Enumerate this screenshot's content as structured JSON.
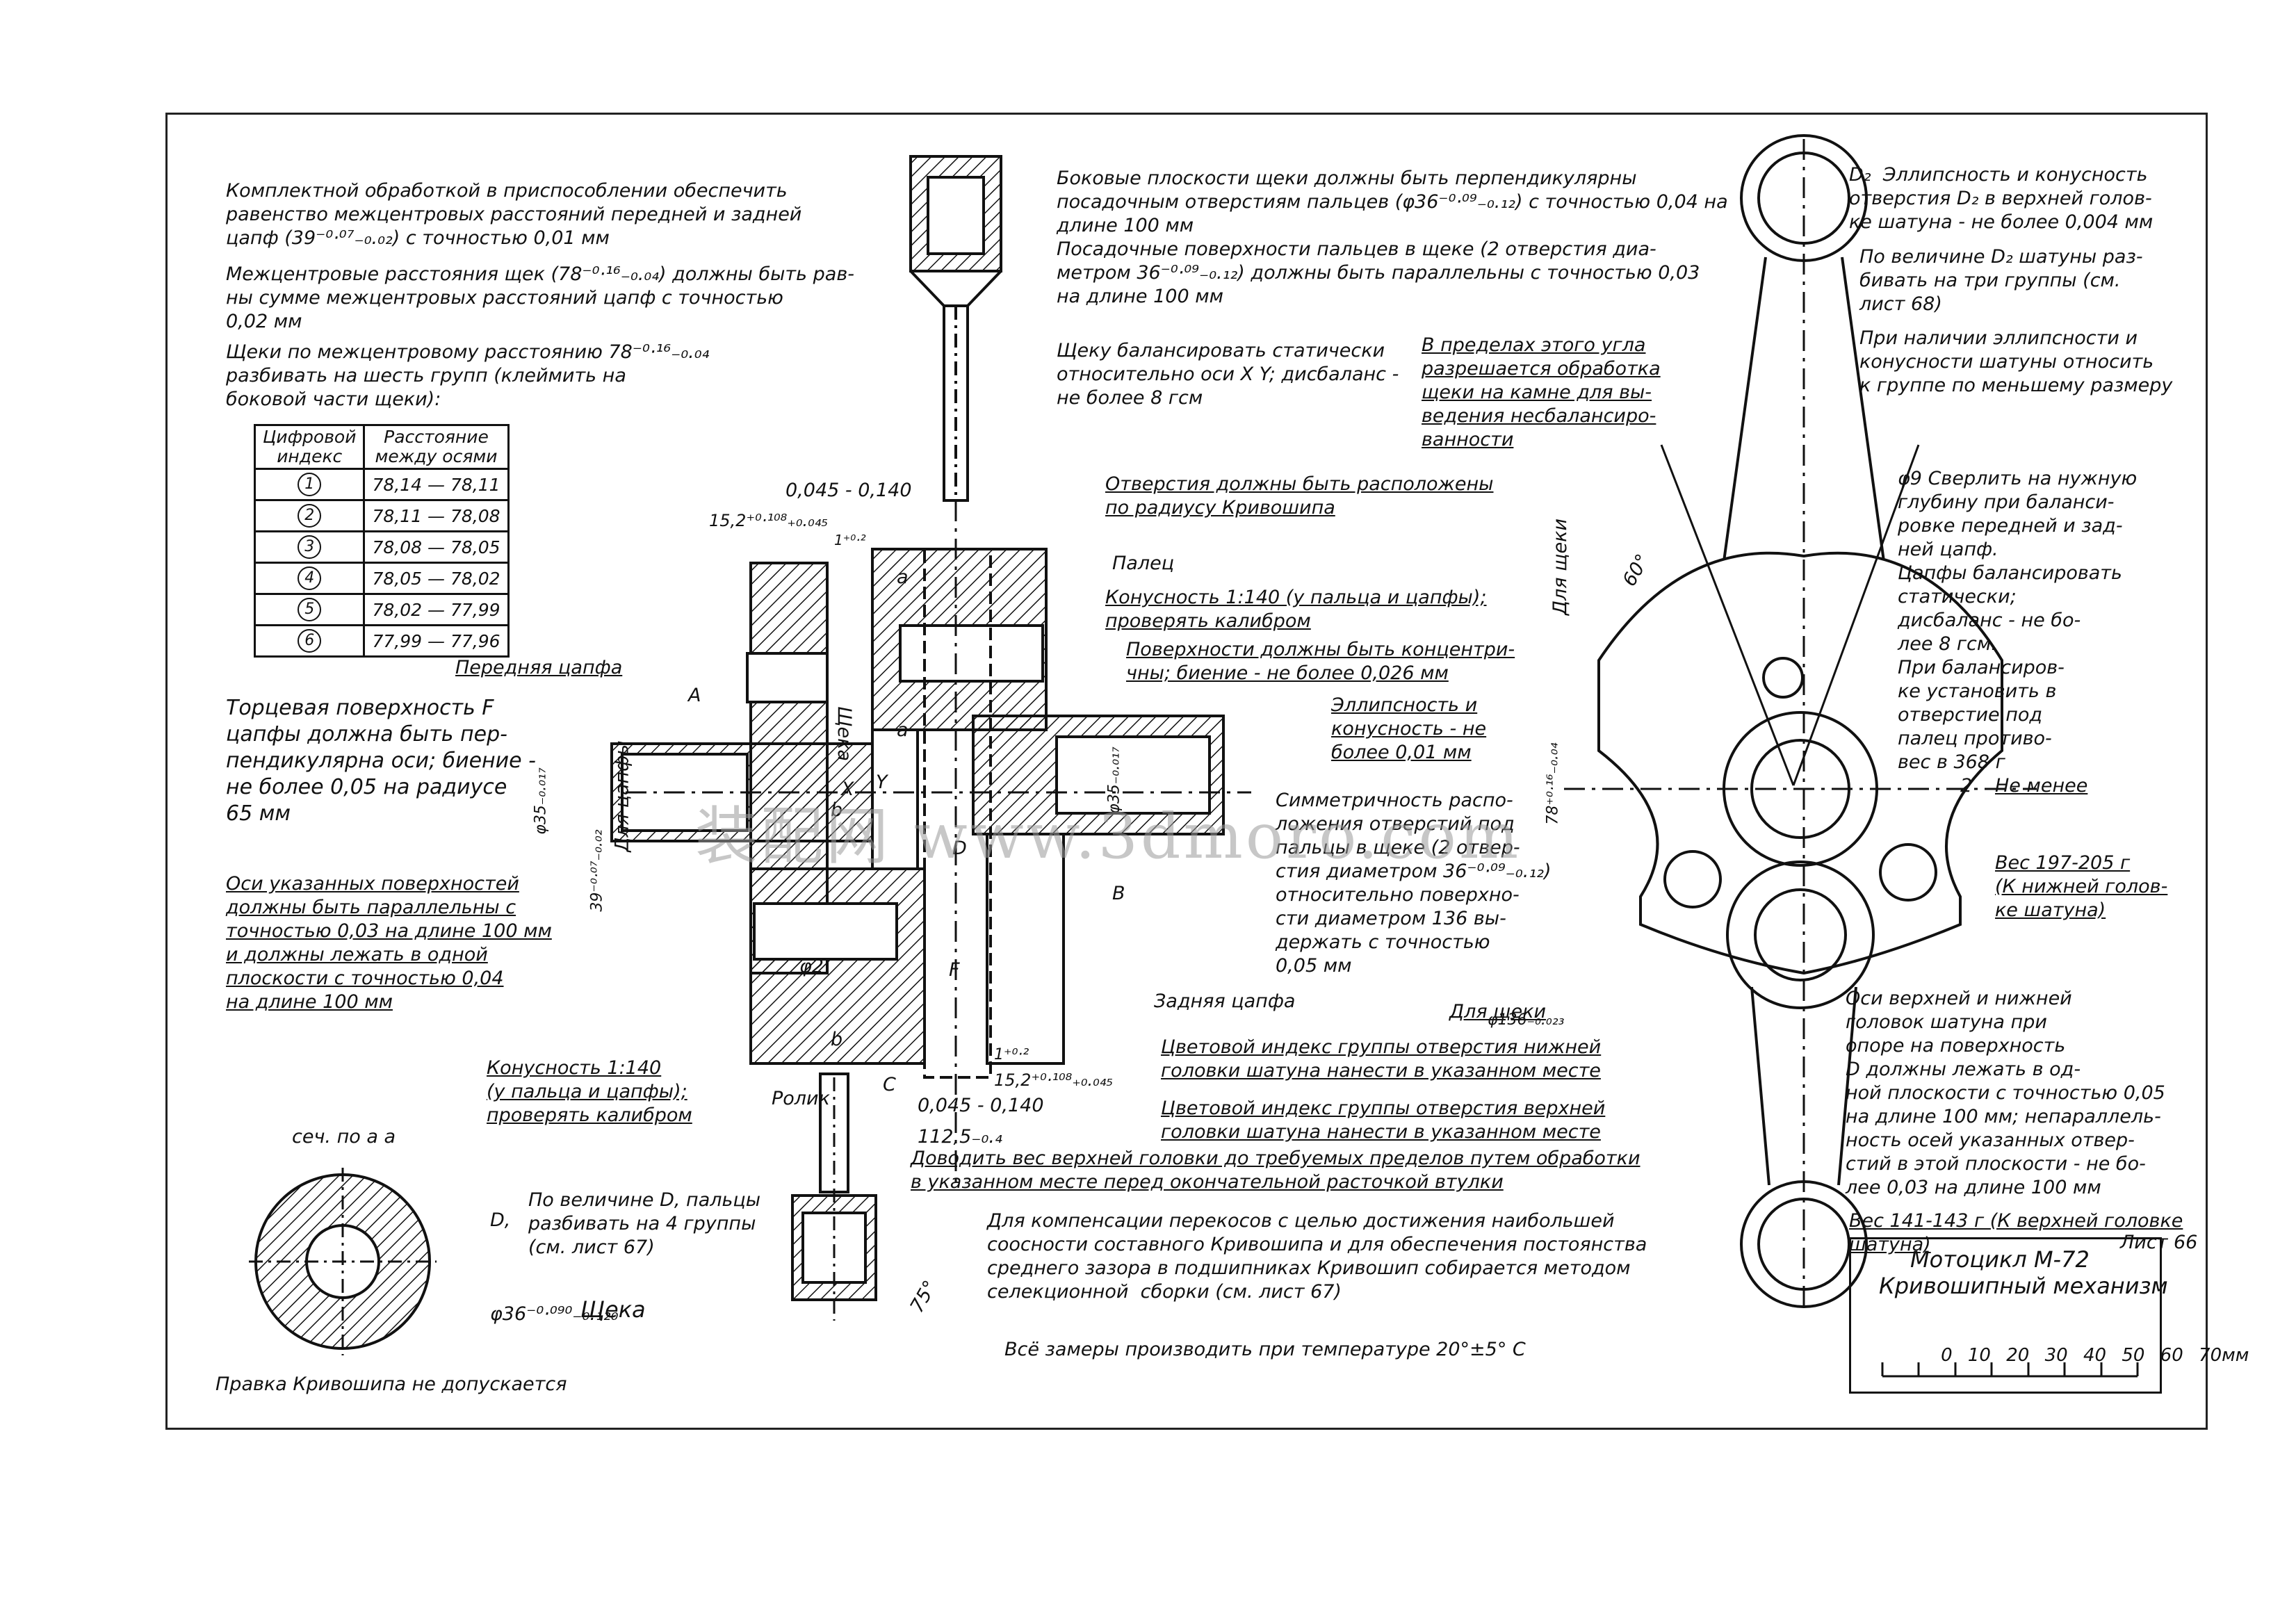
{
  "notes": {
    "n1": "Комплектной обработкой в приспособлении обеспечить\nравенство межцентровых расстояний передней и задней\nцапф (39⁻⁰·⁰⁷₋₀.₀₂) с точностью 0,01 мм",
    "n2": "Межцентровые расстояния щек (78⁻⁰·¹⁶₋₀.₀₄) должны быть рав-\nны сумме межцентровых расстояний цапф с точностью\n0,02 мм",
    "n3": "Щеки по межцентровому расстоянию 78⁻⁰·¹⁶₋₀.₀₄\nразбивать на шесть групп (клеймить на\nбоковой части щеки):",
    "n4": "Боковые плоскости щеки должны быть перпендикулярны\nпосадочным отверстиям пальцев (φ36⁻⁰·⁰⁹₋₀.₁₂) с точностью 0,04 на\nдлине 100 мм\nПосадочные поверхности пальцев в щеке (2 отверстия диа-\nметром 36⁻⁰·⁰⁹₋₀.₁₂) должны быть параллельны с точностью 0,03\nна длине 100 мм",
    "n5": "Щеку балансировать статически\nотносительно оси X Y; дисбаланс -\nне более 8 гсм",
    "n6": "В пределах этого угла\nразрешается обработка\nщеки на камне для вы-\nведения несбалансиро-\nванности",
    "n7": "D₂  Эллипсность и конусность\nотверстия D₂ в верхней голов-\nке шатуна - не более 0,004 мм",
    "n8": "По величине D₂ шатуны раз-\nбивать на три группы (см.\nлист 68)",
    "n9": "При наличии эллипсности и\nконусности шатуны относить\nк группе по меньшему размеру",
    "n10": "Отверстия должны быть расположены\nпо радиусу Кривошипа",
    "n11": "Палец",
    "n12": "Конусность 1:140 (у пальца и цапфы);\nпроверять калибром",
    "n13": "Поверхности должны быть концентри-\nчны; биение - не более 0,026 мм",
    "n14": "Эллипсность и\nконусность - не\nболее 0,01 мм",
    "n15": "Симметричность распо-\nложения отверстий под\nпальцы в щеке (2 отвер-\nстия диаметром 36⁻⁰·⁰⁹₋₀.₁₂)\nотносительно поверхно-\nсти диаметром 136 вы-\nдержать с точностью\n0,05 мм",
    "n16": "Торцевая поверхность F\nцапфы должна быть пер-\nпендикулярна оси; биение -\nне более 0,05 на радиусе\n65 мм",
    "n17": "Оси указанных поверхностей\nдолжны быть параллельны с\nточностью 0,03 на длине 100 мм\nи должны лежать в одной\nплоскости с точностью 0,04\nна длине 100 мм",
    "n18": "Конусность 1:140\n(у пальца и цапфы);\nпроверять калибром",
    "n19": "Цветовой индекс группы отверстия нижней\nголовки шатуна нанести в указанном месте",
    "n20": "Цветовой индекс группы отверстия верхней\nголовки шатуна нанести в указанном месте",
    "n21": "Доводить вес верхней головки до требуемых пределов путем обработки\nв указанном месте перед окончательной расточкой втулки",
    "n22": "Для компенсации перекосов с целью достижения наибольшей\nсоосности составного Кривошипа и для обеспечения постоянства\nсреднего зазора в подшипниках Кривошип собирается методом\nселекционной  сборки (см. лист 67)",
    "n23": "Всё замеры производить при температуре 20°±5° С",
    "n24": "По величине D, пальцы\nразбивать на 4 группы\n(см. лист 67)",
    "n25": "Правка Кривошипа не допускается",
    "n26": "φ9 Сверлить на нужную\nглубину при баланси-\nровке передней и зад-\nней цапф.\nЦапфы балансировать\nстатически;\nдисбаланс - не бо-\nлее 8 гсм.\nПри балансиров-\nке установить в\nотверстие под\nпалец противо-\nвес в 368 г",
    "n27": "Не менее",
    "n28": "Вес 197-205 г\n(К нижней голов-\nке шатуна)",
    "n29": "Оси верхней и нижней\nголовок шатуна при\nопоре на поверхность\nD должны лежать в од-\nной плоскости с точностью 0,05\nна длине 100 мм; непараллель-\nность осей указанных отвер-\nстий в этой плоскости - не бо-\nлее 0,03 на длине 100 мм",
    "n30": "Вес 141-143 г (К верхней головке\nшатуна)",
    "n31": "Лист 66"
  },
  "labels": {
    "perednyaya": "Передняя цапфа",
    "zadnyaya": "Задняя цапфа",
    "sheka_v": "Щека",
    "sheka": "Щека",
    "rolik": "Ролик",
    "dlya_capfy": "Для цапфы",
    "dlya_sheki_v": "Для щеки",
    "dlya_sheki": "Для щеки",
    "sech": "сеч. по а а",
    "d1": "D,",
    "phi36": "φ36⁻⁰·⁰⁹⁰₋₀.₁₂₀",
    "phi136": "φ136₋₀.₀₂₃",
    "dim_0045_top": "0,045 - 0,140",
    "dim_0045_bot": "0,045 - 0,140",
    "dim_152_top": "15,2⁺⁰·¹⁰⁸₊₀.₀₄₅",
    "dim_152_bot": "15,2⁺⁰·¹⁰⁸₊₀.₀₄₅",
    "dim_1125": "112,5₋₀.₄",
    "dim_1_top": "1⁺⁰·²",
    "dim_1_bot": "1⁺⁰·²",
    "dim_phi35a": "φ35₋₀.₀₁₇",
    "dim_phi35b": "φ35₋₀.₀₁₇",
    "dim_39": "39⁻⁰·⁰⁷₋₀.₀₂",
    "dim_78": "78⁺⁰·¹⁶₋₀.₀₄",
    "dim_2": "2",
    "dim_2b": "2",
    "angle60": "60°",
    "angle75": "75°",
    "A": "A",
    "B": "B",
    "C": "C",
    "D": "D",
    "F": "F",
    "a1": "a",
    "a2": "a",
    "b1": "b",
    "b2": "b",
    "X": "X",
    "Y": "Y",
    "phi2": "φ2"
  },
  "table": {
    "headers": [
      "Цифровой\nиндекс",
      "Расстояние\nмежду осями"
    ],
    "rows": [
      {
        "idx": "1",
        "from": "78,14",
        "to": "78,11"
      },
      {
        "idx": "2",
        "from": "78,11",
        "to": "78,08"
      },
      {
        "idx": "3",
        "from": "78,08",
        "to": "78,05"
      },
      {
        "idx": "4",
        "from": "78,05",
        "to": "78,02"
      },
      {
        "idx": "5",
        "from": "78,02",
        "to": "77,99"
      },
      {
        "idx": "6",
        "from": "77,99",
        "to": "77,96"
      }
    ]
  },
  "title_block": {
    "line1": "Мотоцикл М-72",
    "line2": "Кривошипный механизм",
    "scale_ticks": [
      "0",
      "10",
      "20",
      "30",
      "40",
      "50",
      "60",
      "70мм"
    ]
  },
  "watermark": "装配网 www.3dmoro.com"
}
